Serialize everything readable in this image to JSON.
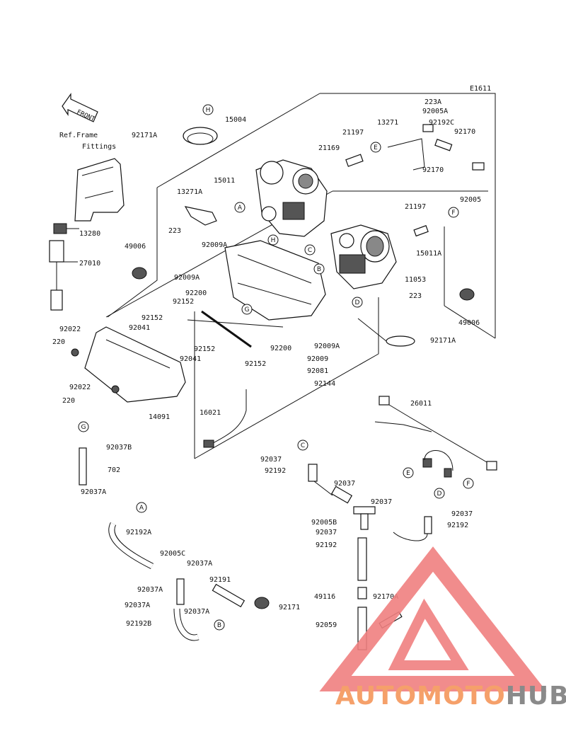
{
  "diagram_id": "E1611",
  "front_label": "FRONT",
  "ref_frame": [
    "Ref.Frame",
    "Fittings"
  ],
  "callout_letters": [
    "A",
    "B",
    "C",
    "D",
    "E",
    "F",
    "G",
    "H"
  ],
  "labels": [
    {
      "id": "l1",
      "text": "223A"
    },
    {
      "id": "l2",
      "text": "92005A"
    },
    {
      "id": "l3",
      "text": "13271"
    },
    {
      "id": "l4",
      "text": "92192C"
    },
    {
      "id": "l5",
      "text": "92170"
    },
    {
      "id": "l6",
      "text": "21197"
    },
    {
      "id": "l7",
      "text": "21169"
    },
    {
      "id": "l8",
      "text": "15004"
    },
    {
      "id": "l9",
      "text": "92171A"
    },
    {
      "id": "l10",
      "text": "15011"
    },
    {
      "id": "l11",
      "text": "13271A"
    },
    {
      "id": "l12",
      "text": "223"
    },
    {
      "id": "l13",
      "text": "13280"
    },
    {
      "id": "l14",
      "text": "49006"
    },
    {
      "id": "l15",
      "text": "27010"
    },
    {
      "id": "l16",
      "text": "92009A"
    },
    {
      "id": "l17",
      "text": "92009A"
    },
    {
      "id": "l18",
      "text": "92200"
    },
    {
      "id": "l19",
      "text": "92152"
    },
    {
      "id": "l20",
      "text": "92152"
    },
    {
      "id": "l21",
      "text": "92041"
    },
    {
      "id": "l22",
      "text": "92022"
    },
    {
      "id": "l23",
      "text": "220"
    },
    {
      "id": "l24",
      "text": "92152"
    },
    {
      "id": "l25",
      "text": "92041"
    },
    {
      "id": "l26",
      "text": "92200"
    },
    {
      "id": "l27",
      "text": "92152"
    },
    {
      "id": "l28",
      "text": "92022"
    },
    {
      "id": "l29",
      "text": "220"
    },
    {
      "id": "l30",
      "text": "14091"
    },
    {
      "id": "l31",
      "text": "92170"
    },
    {
      "id": "l32",
      "text": "92005"
    },
    {
      "id": "l33",
      "text": "21197"
    },
    {
      "id": "l34",
      "text": "15011A"
    },
    {
      "id": "l35",
      "text": "11053"
    },
    {
      "id": "l36",
      "text": "223"
    },
    {
      "id": "l37",
      "text": "49006"
    },
    {
      "id": "l38",
      "text": "92171A"
    },
    {
      "id": "l39",
      "text": "92009A"
    },
    {
      "id": "l40",
      "text": "92009"
    },
    {
      "id": "l41",
      "text": "92081"
    },
    {
      "id": "l42",
      "text": "92144"
    },
    {
      "id": "l43",
      "text": "16021"
    },
    {
      "id": "l44",
      "text": "26011"
    },
    {
      "id": "l45",
      "text": "92037B"
    },
    {
      "id": "l46",
      "text": "702"
    },
    {
      "id": "l47",
      "text": "92037A"
    },
    {
      "id": "l48",
      "text": "92037"
    },
    {
      "id": "l49",
      "text": "92192"
    },
    {
      "id": "l50",
      "text": "92037"
    },
    {
      "id": "l51",
      "text": "92037"
    },
    {
      "id": "l52",
      "text": "92037"
    },
    {
      "id": "l53",
      "text": "92192"
    },
    {
      "id": "l54",
      "text": "92005B"
    },
    {
      "id": "l55",
      "text": "92037"
    },
    {
      "id": "l56",
      "text": "92192"
    },
    {
      "id": "l57",
      "text": "92192A"
    },
    {
      "id": "l58",
      "text": "92005C"
    },
    {
      "id": "l59",
      "text": "92037A"
    },
    {
      "id": "l60",
      "text": "92191"
    },
    {
      "id": "l61",
      "text": "92037A"
    },
    {
      "id": "l62",
      "text": "92037A"
    },
    {
      "id": "l63",
      "text": "92037A"
    },
    {
      "id": "l64",
      "text": "92171"
    },
    {
      "id": "l65",
      "text": "92192B"
    },
    {
      "id": "l66",
      "text": "49116"
    },
    {
      "id": "l67",
      "text": "92170A"
    },
    {
      "id": "l68",
      "text": "92059"
    }
  ],
  "watermark": {
    "part1": "AUTOMOTO",
    "part2": "HUB",
    "accent": "#f5a06a",
    "triangle": "#f08080",
    "gray": "#8a8a8a"
  }
}
